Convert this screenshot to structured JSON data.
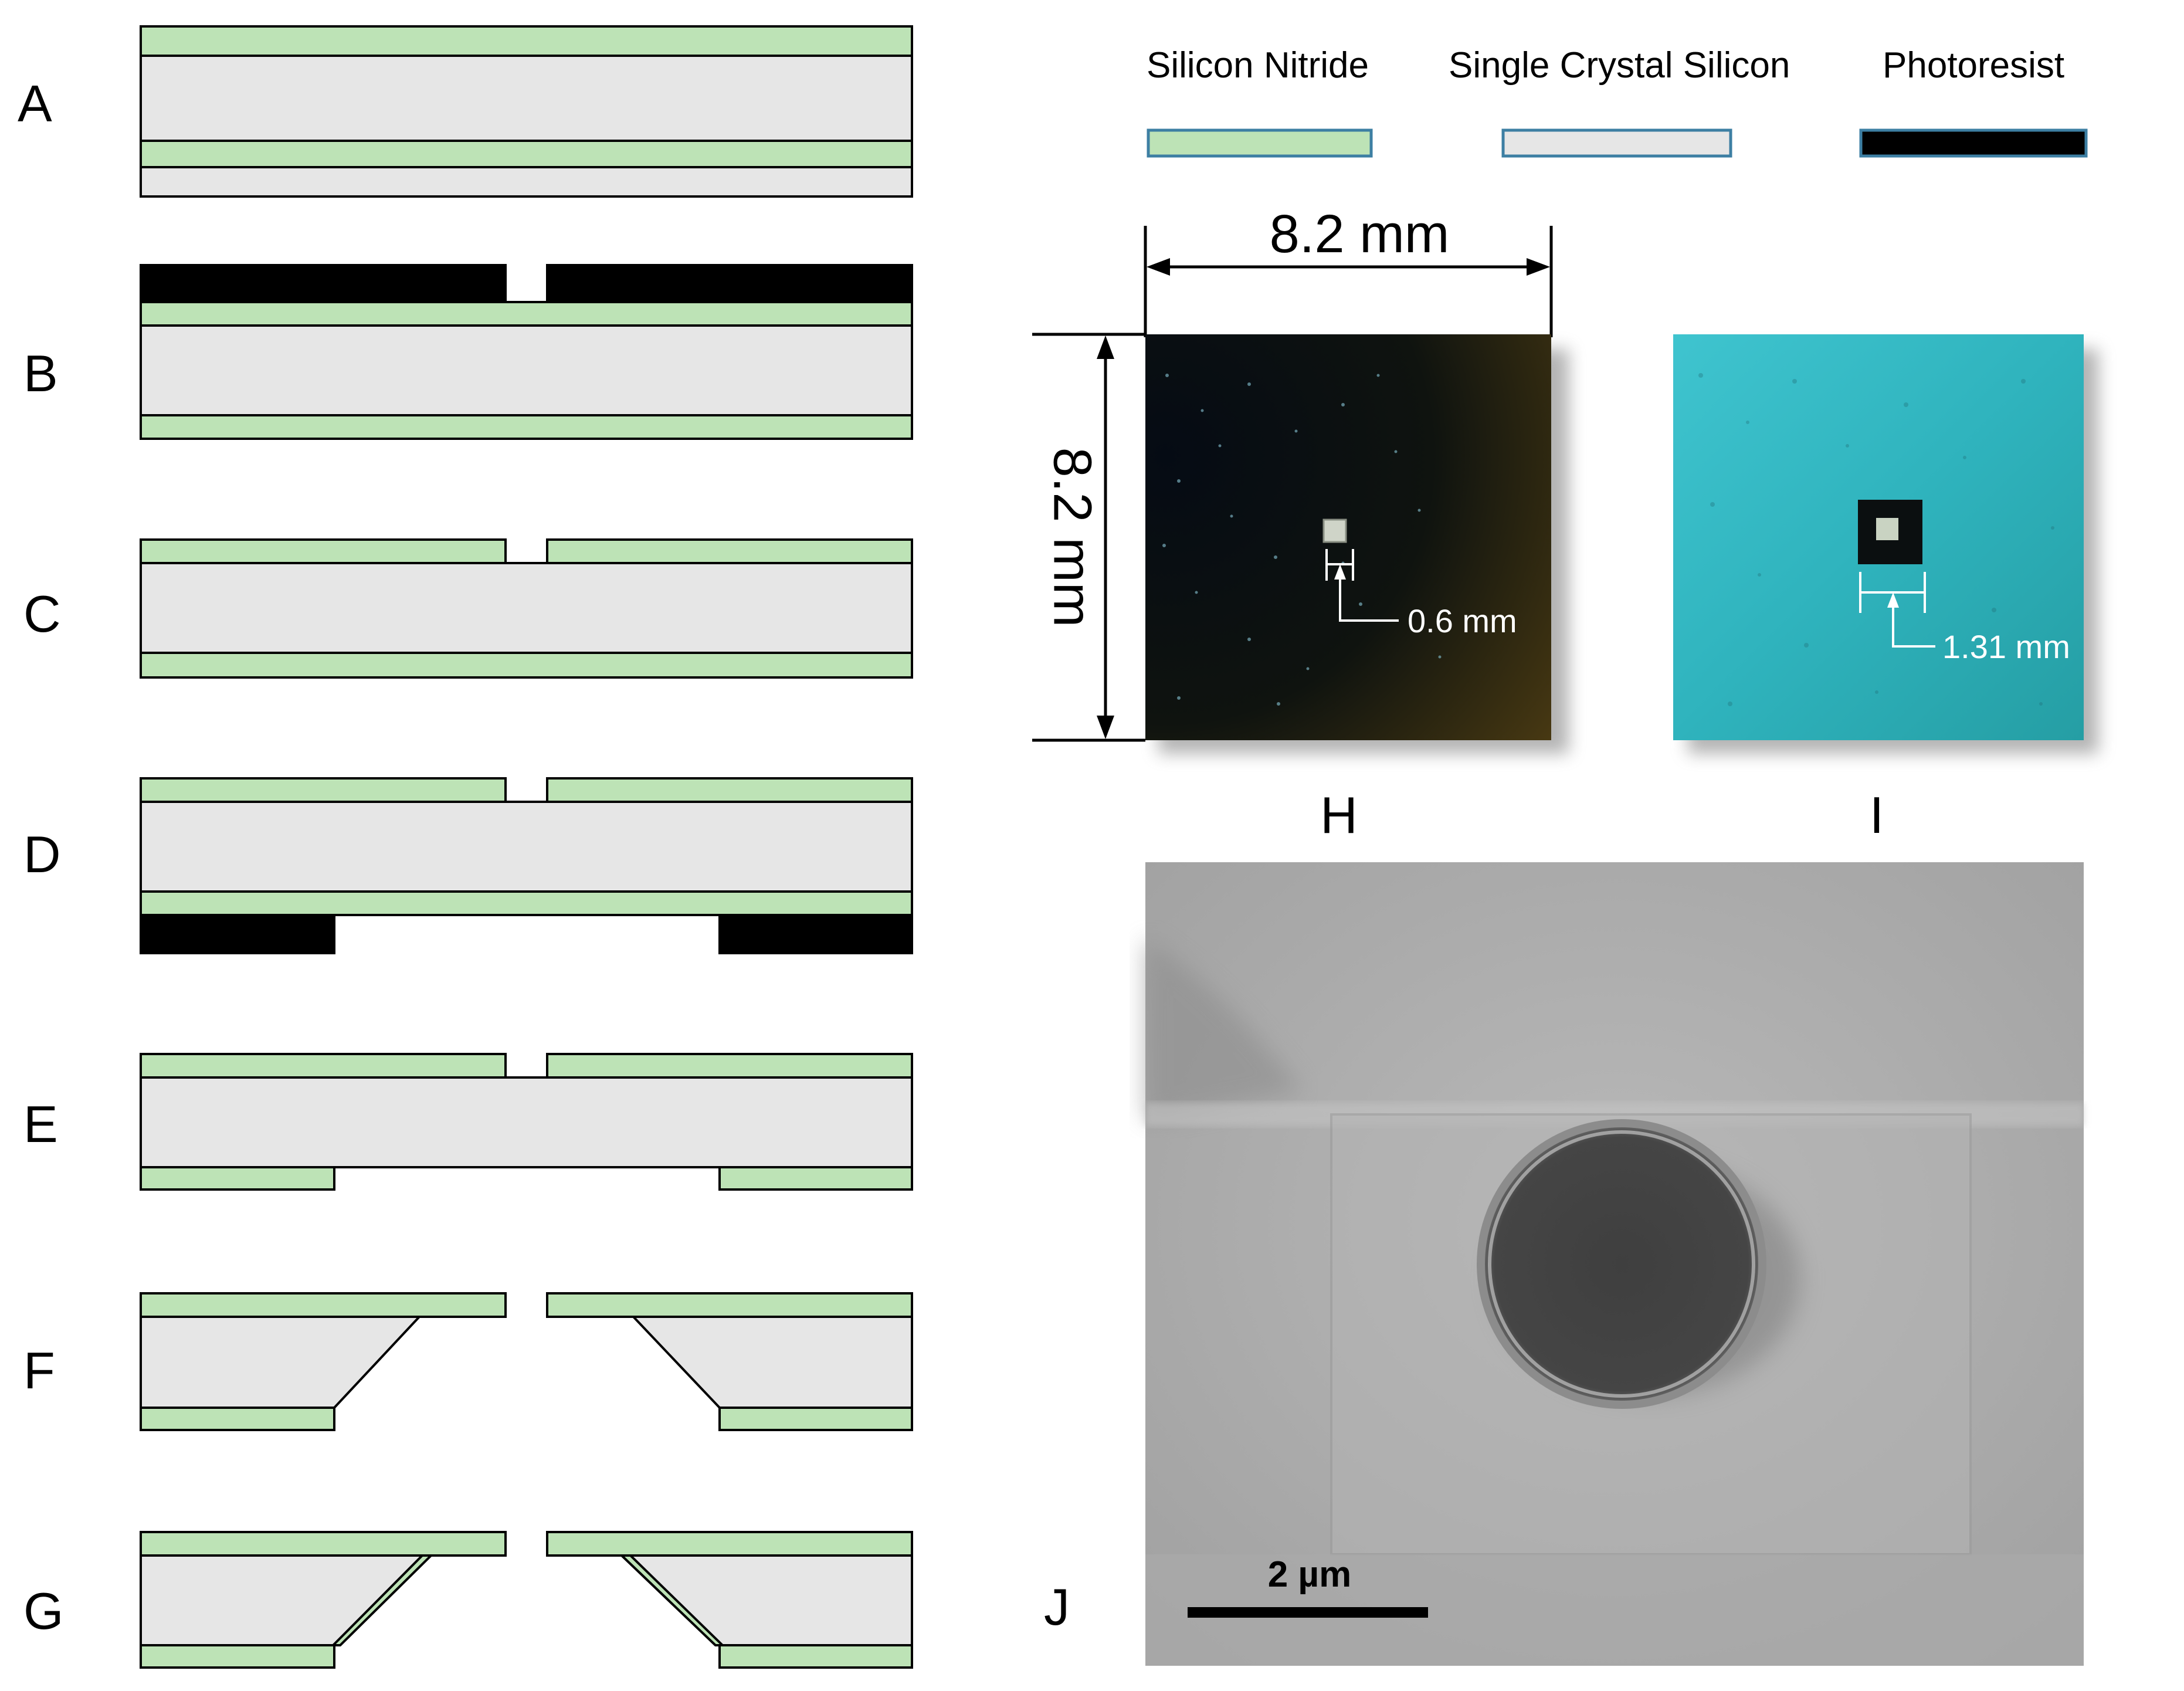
{
  "legend": {
    "items": [
      {
        "label": "Silicon Nitride",
        "color": "#bde3b6"
      },
      {
        "label": "Single Crystal Silicon",
        "color": "#e6e6e6"
      },
      {
        "label": "Photoresist",
        "color": "#000000"
      }
    ],
    "swatch_border": "#3d7fa3"
  },
  "steps": [
    "A",
    "B",
    "C",
    "D",
    "E",
    "F",
    "G"
  ],
  "panels": {
    "h_label": "H",
    "i_label": "I",
    "j_label": "J",
    "width_dimension": "8.2 mm",
    "height_dimension": "8.2 mm",
    "h_annotation": "0.6 mm",
    "i_annotation": "1.31 mm",
    "scale_bar": "2 µm"
  },
  "colors": {
    "nitride": "#bde3b6",
    "silicon": "#e6e6e6",
    "photoresist": "#000000",
    "outline": "#000000"
  }
}
